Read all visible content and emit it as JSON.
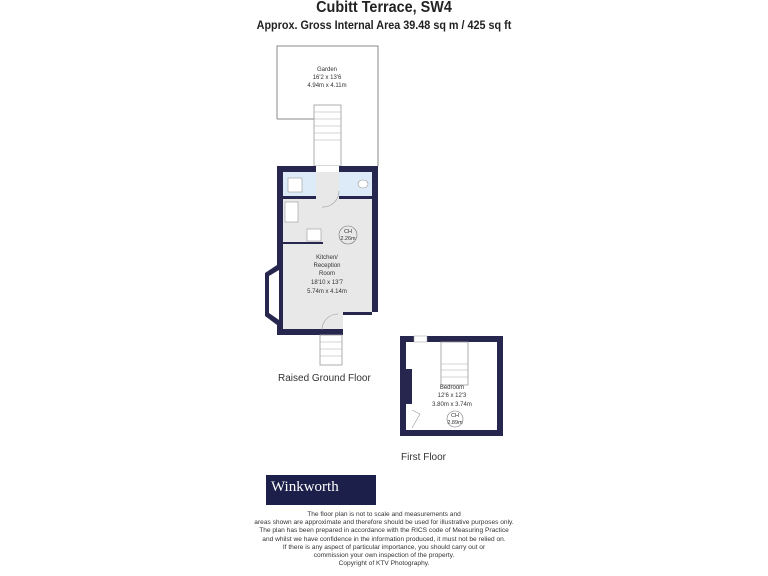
{
  "header": {
    "title": "Cubitt Terrace, SW4",
    "subtitle": "Approx. Gross Internal Area 39.48 sq m / 425 sq ft"
  },
  "colors": {
    "wall": "#26264f",
    "floor": "#e8e8e8",
    "wet_room": "#dcebf7",
    "logo_bg": "#1b1f4a"
  },
  "ground_floor": {
    "label": "Raised Ground Floor",
    "garden": {
      "name": "Garden",
      "imperial": "16'2 x 13'6",
      "metric": "4.94m x 4.11m"
    },
    "kitchen": {
      "name_line1": "Kitchen/",
      "name_line2": "Reception",
      "name_line3": "Room",
      "imperial": "18'10 x 13'7",
      "metric": "5.74m x 4.14m"
    },
    "ceiling_height": {
      "label": "CH",
      "value": "2.26m"
    }
  },
  "first_floor": {
    "label": "First Floor",
    "bedroom": {
      "name": "Bedroom",
      "imperial": "12'6 x 12'3",
      "metric": "3.80m x 3.74m"
    },
    "ceiling_height": {
      "label": "CH",
      "value": "2.89m"
    }
  },
  "logo": {
    "text": "Winkworth"
  },
  "disclaimer": [
    "The floor plan is not to scale and measurements and",
    "areas shown are approximate and therefore should be used for illustrative purposes only.",
    "The plan has been prepared in accordance with the RICS code of Measuring Practice",
    "and whilst we have confidence in the information produced, it must not be relied on.",
    "If there is any aspect of particular importance, you should carry out or",
    "commission your own inspection of the property.",
    "Copyright of KTV Photography."
  ]
}
